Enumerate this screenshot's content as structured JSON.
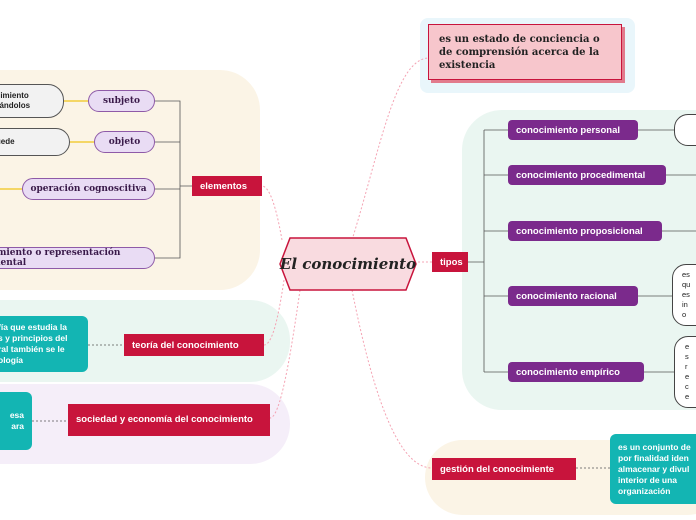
{
  "title": "El conocimiento",
  "definition": "es un estado de conciencia o de comprensión acerca de la existencia",
  "colors": {
    "accent": "#c8143c",
    "purple": "#7b2a8c",
    "teal": "#13b5b3",
    "lavender": "#e9dcf4",
    "link": "#f4a3b3",
    "beige_bg": "#fbf4e6",
    "mint_bg": "#eaf6f1",
    "lilac_bg": "#f5eef9"
  },
  "left": {
    "elementos": {
      "label": "elementos",
      "items": [
        {
          "label": "subjeto",
          "detail_lines": [
            "ocimiento",
            "lizándolos"
          ]
        },
        {
          "label": "objeto",
          "detail_lines": [
            "puede"
          ]
        },
        {
          "label": "operación cognoscitiva"
        },
        {
          "label": "amiento o representación mental"
        }
      ]
    },
    "teoria": {
      "label": "teoría del conocimiento",
      "detail_lines": [
        "fía que estudia la",
        "s y principios del",
        "ral también se le",
        "ología"
      ]
    },
    "sociedad": {
      "label": "sociedad y economía del conocimiento",
      "detail_lines": [
        "esa",
        "ara"
      ]
    }
  },
  "right": {
    "tipos": {
      "label": "tipos",
      "items": [
        {
          "label": "conocimiento personal"
        },
        {
          "label": "conocimiento procedimental"
        },
        {
          "label": "conocimiento proposicional"
        },
        {
          "label": "conocimiento racional",
          "detail_lines": [
            "es",
            "qu",
            "es",
            "in",
            "o"
          ]
        },
        {
          "label": "conocimiento empírico",
          "detail_lines": [
            "e",
            "s",
            "r",
            "e",
            "c",
            "e"
          ]
        }
      ]
    },
    "gestion": {
      "label": "gestión del conocimiente",
      "detail_lines": [
        "es un conjunto de",
        "por finalidad iden",
        "almacenar y divul",
        "interior de una",
        "organización"
      ]
    }
  }
}
